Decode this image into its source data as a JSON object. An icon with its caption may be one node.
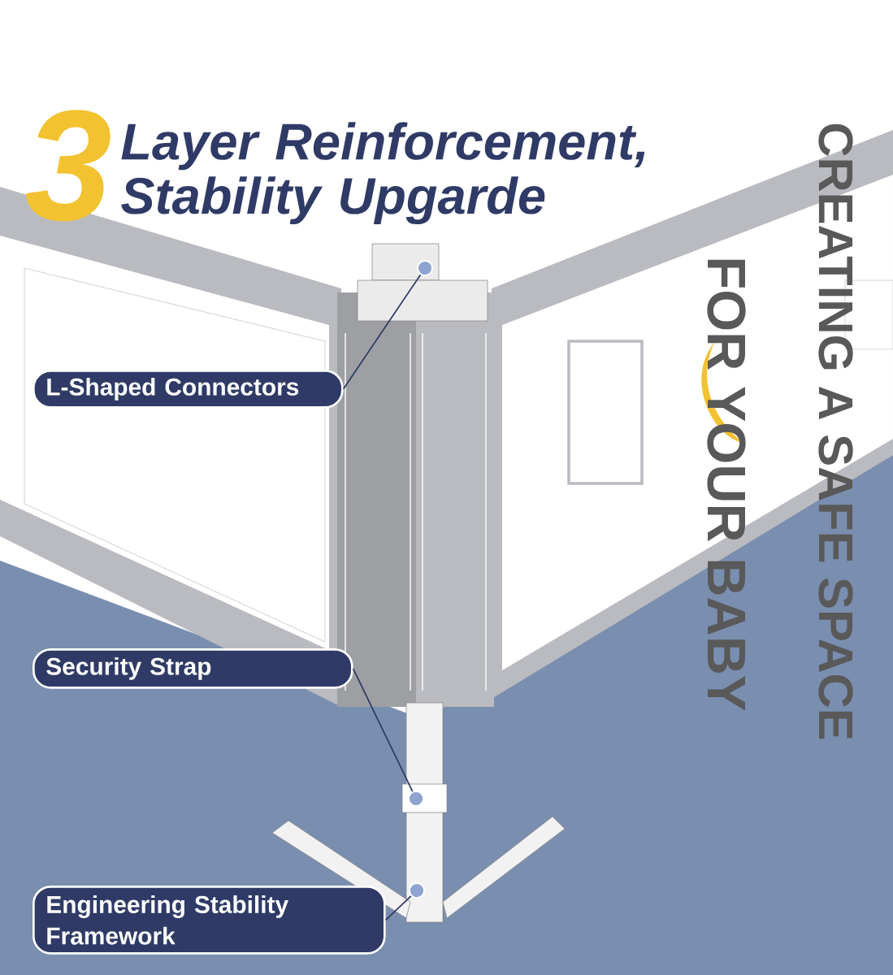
{
  "diagram": {
    "title": "Layer Reinforcement, Stability Upgarde",
    "nodes": [
      {
        "text": [
          "L-Shaped Connectors"
        ]
      },
      {
        "text": [],
        "shape": "circle"
      },
      {
        "text": [
          "Security Strap"
        ]
      },
      {
        "text": [],
        "shape": "circle"
      },
      {
        "text": [
          "Engineering Stability Framework"
        ]
      },
      {
        "text": [],
        "shape": "circle"
      }
    ],
    "edges": [
      {
        "from": 0,
        "to": 1,
        "arrow": "none"
      },
      {
        "from": 2,
        "to": 3,
        "arrow": "none"
      },
      {
        "from": 4,
        "to": 5,
        "arrow": "none"
      }
    ],
    "labels": [
      "3",
      "CREATING A SAFE SPACE",
      "FOR YOUR BABY"
    ]
  }
}
